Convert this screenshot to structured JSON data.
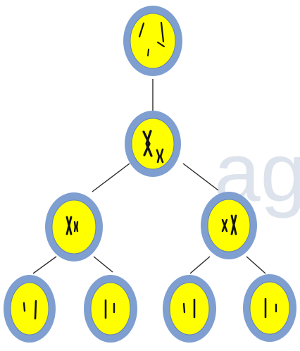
{
  "watermark": "ag",
  "colors": {
    "background": "#ffffff",
    "cell_membrane": "#7f9fd1",
    "cell_membrane_stroke": "#6688c2",
    "nucleus": "#ffff00",
    "nucleus_stroke": "#5f7fb8",
    "chromosome": "#111111",
    "connector": "#2b2b2b",
    "watermark": "#dde3ec"
  },
  "diagram": {
    "description_kind": "cell-division-tree",
    "levels": [
      {
        "level": 0,
        "cell_count": 1,
        "chromosome_state": "unreplicated"
      },
      {
        "level": 1,
        "cell_count": 1,
        "chromosome_state": "replicated-paired"
      },
      {
        "level": 2,
        "cell_count": 2,
        "chromosome_state": "replicated"
      },
      {
        "level": 3,
        "cell_count": 4,
        "chromosome_state": "single"
      }
    ]
  }
}
